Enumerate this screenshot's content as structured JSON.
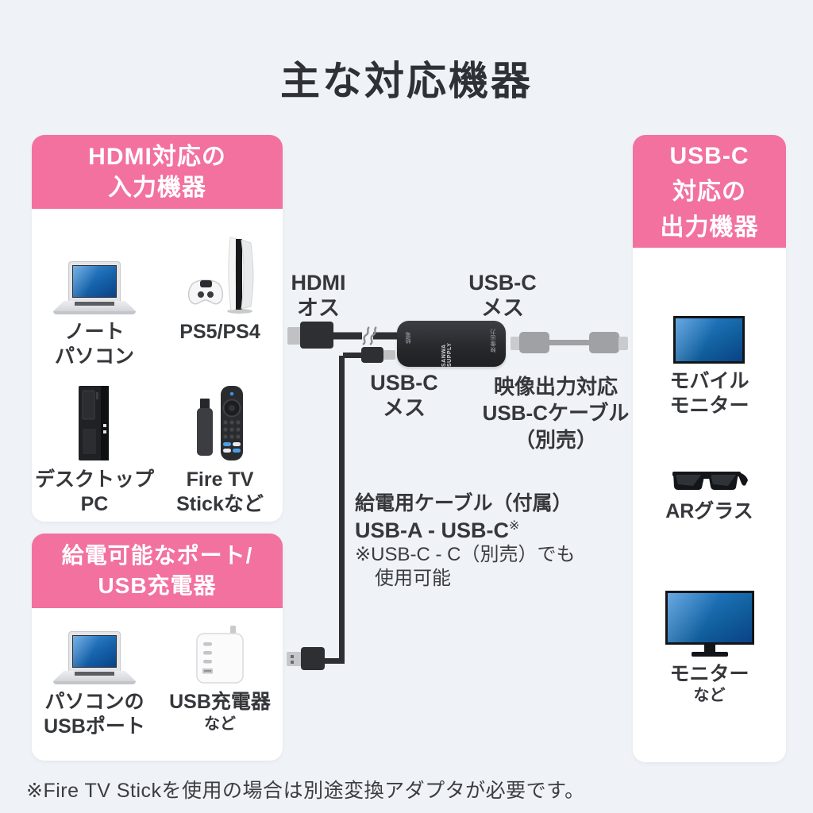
{
  "title": "主な対応機器",
  "left_top_box": {
    "header": [
      "HDMI対応の",
      "入力機器"
    ],
    "items": [
      {
        "icon": "laptop-icon",
        "label": [
          "ノート",
          "パソコン"
        ]
      },
      {
        "icon": "ps5-icon",
        "label": [
          "PS5/PS4",
          ""
        ]
      },
      {
        "icon": "desktop-pc-icon",
        "label": [
          "デスクトップ",
          "PC"
        ]
      },
      {
        "icon": "fire-tv-stick-icon",
        "label": [
          "Fire TV",
          "Stickなど"
        ]
      }
    ]
  },
  "left_bottom_box": {
    "header": [
      "給電可能なポート/",
      "USB充電器"
    ],
    "items": [
      {
        "icon": "laptop-icon",
        "label": [
          "パソコンの",
          "USBポート"
        ]
      },
      {
        "icon": "usb-charger-icon",
        "label": [
          "USB充電器",
          "など"
        ]
      }
    ]
  },
  "right_box": {
    "header": [
      "USB-C",
      "対応の",
      "出力機器"
    ],
    "items": [
      {
        "icon": "mobile-monitor-icon",
        "label": [
          "モバイル",
          "モニター"
        ]
      },
      {
        "icon": "ar-glasses-icon",
        "label": [
          "ARグラス",
          ""
        ]
      },
      {
        "icon": "monitor-icon",
        "label": [
          "モニター",
          "など"
        ]
      }
    ]
  },
  "diagram": {
    "hdmi_male": [
      "HDMI",
      "オス"
    ],
    "usbc_female_top": [
      "USB-C",
      "メス"
    ],
    "usbc_female_bottom": [
      "USB-C",
      "メス"
    ],
    "video_cable": [
      "映像出力対応",
      "USB-Cケーブル",
      "（別売）"
    ],
    "power_cable_title": "給電用ケーブル（付属）",
    "power_cable_spec": "USB-A - USB-C",
    "power_cable_spec_mark": "※",
    "power_cable_note": [
      "※USB-C - C（別売）でも",
      "使用可能"
    ],
    "adapter_marking_power": "給電",
    "adapter_marking_brand": "SANWA SUPPLY",
    "adapter_marking_video": "映像出力"
  },
  "footnote": "※Fire TV Stickを使用の場合は別途変換アダプタが必要です。",
  "colors": {
    "pink": "#F2719E",
    "background": "#EFF2F6",
    "text_dark": "#2E3135",
    "screen_blue": "#1467B0"
  }
}
